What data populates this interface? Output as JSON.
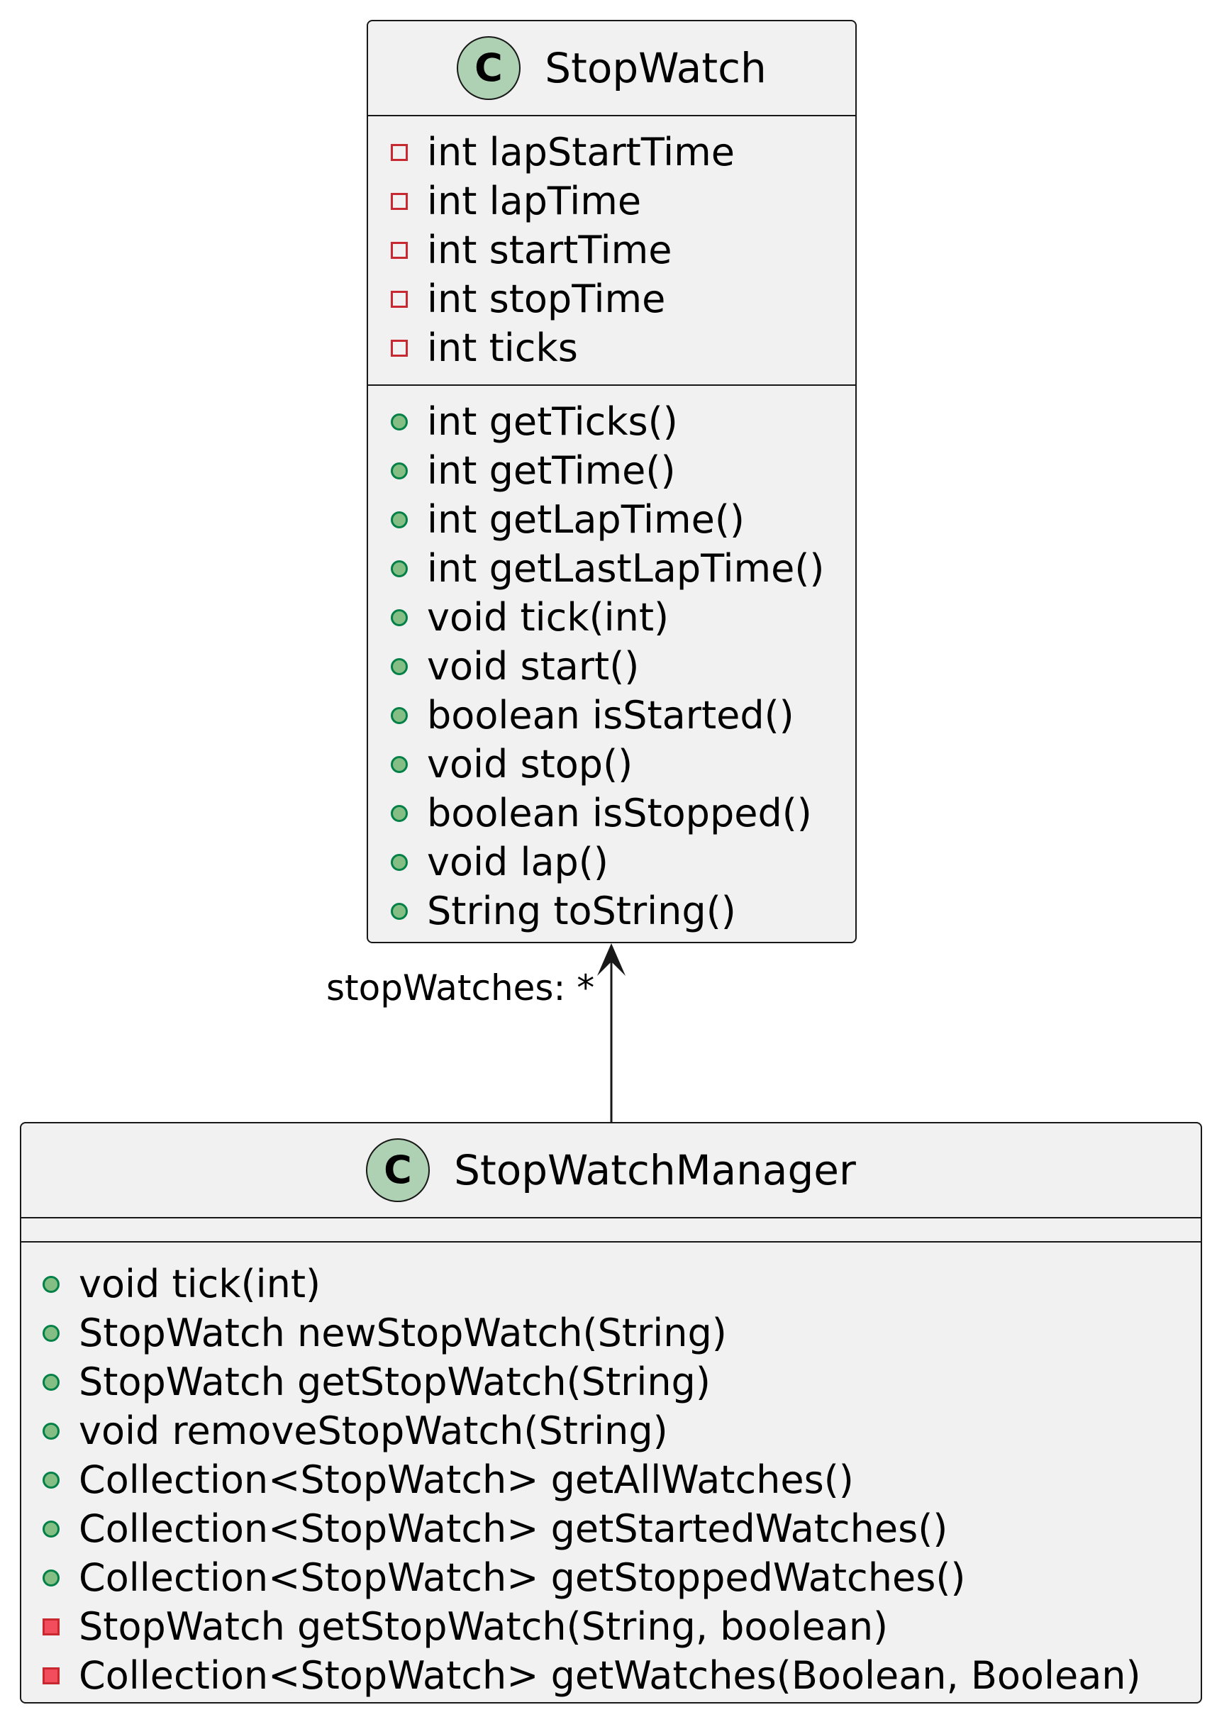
{
  "classes": {
    "stopwatch": {
      "badge_letter": "C",
      "name": "StopWatch",
      "fields": [
        {
          "visibility": "private",
          "text": "int lapStartTime"
        },
        {
          "visibility": "private",
          "text": "int lapTime"
        },
        {
          "visibility": "private",
          "text": "int startTime"
        },
        {
          "visibility": "private",
          "text": "int stopTime"
        },
        {
          "visibility": "private",
          "text": "int ticks"
        }
      ],
      "methods": [
        {
          "visibility": "public",
          "text": "int getTicks()"
        },
        {
          "visibility": "public",
          "text": "int getTime()"
        },
        {
          "visibility": "public",
          "text": "int getLapTime()"
        },
        {
          "visibility": "public",
          "text": "int getLastLapTime()"
        },
        {
          "visibility": "public",
          "text": "void tick(int)"
        },
        {
          "visibility": "public",
          "text": "void start()"
        },
        {
          "visibility": "public",
          "text": "boolean isStarted()"
        },
        {
          "visibility": "public",
          "text": "void stop()"
        },
        {
          "visibility": "public",
          "text": "boolean isStopped()"
        },
        {
          "visibility": "public",
          "text": "void lap()"
        },
        {
          "visibility": "public",
          "text": "String toString()"
        }
      ]
    },
    "manager": {
      "badge_letter": "C",
      "name": "StopWatchManager",
      "fields": [],
      "methods": [
        {
          "visibility": "public",
          "text": "void tick(int)"
        },
        {
          "visibility": "public",
          "text": "StopWatch newStopWatch(String)"
        },
        {
          "visibility": "public",
          "text": "StopWatch getStopWatch(String)"
        },
        {
          "visibility": "public",
          "text": "void removeStopWatch(String)"
        },
        {
          "visibility": "public",
          "text": "Collection<StopWatch> getAllWatches()"
        },
        {
          "visibility": "public",
          "text": "Collection<StopWatch> getStartedWatches()"
        },
        {
          "visibility": "public",
          "text": "Collection<StopWatch> getStoppedWatches()"
        },
        {
          "visibility": "private",
          "text": "StopWatch getStopWatch(String, boolean)"
        },
        {
          "visibility": "private",
          "text": "Collection<StopWatch> getWatches(Boolean, Boolean)"
        }
      ]
    }
  },
  "association": {
    "from": "StopWatchManager",
    "to": "StopWatch",
    "label": "stopWatches: *"
  },
  "colors": {
    "box_fill": "#f1f1f1",
    "border": "#181818",
    "badge_fill": "#add1b2",
    "public_fill": "#84be84",
    "public_stroke": "#038048",
    "private_stroke": "#c82930",
    "private_method_fill": "#f24d5c"
  }
}
